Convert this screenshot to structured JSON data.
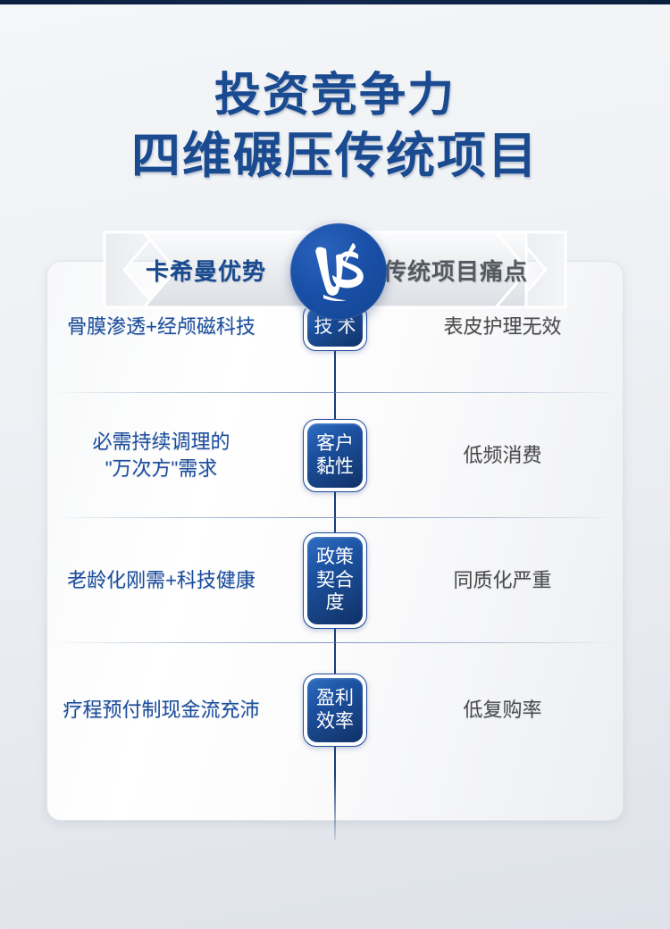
{
  "colors": {
    "brand_blue": "#1a4a90",
    "badge_blue": "#16407f",
    "advantage_text": "#1a4d9e",
    "pain_text": "#4a4a4a",
    "ribbon_right_text": "#555a60",
    "top_strip": "#0b1f3f",
    "background": "#eef1f4"
  },
  "title": {
    "line1": "投资竞争力",
    "line2": "四维碾压传统项目"
  },
  "ribbon": {
    "left_label": "卡希曼优势",
    "right_label": "传统项目痛点",
    "vs_icon": "vs-brush-icon",
    "vs_text": "VS"
  },
  "comparison": {
    "rows": [
      {
        "advantage": "骨膜渗透+经颅磁科技",
        "advantage_lines": [
          "骨膜渗透+经颅磁科技"
        ],
        "badge_lines": [
          "技术"
        ],
        "badge_label": "技术",
        "pain": "表皮护理无效"
      },
      {
        "advantage": "必需持续调理的\"万次方\"需求",
        "advantage_lines": [
          "必需持续调理的",
          "\"万次方\"需求"
        ],
        "badge_lines": [
          "客户",
          "黏性"
        ],
        "badge_label": "客户黏性",
        "pain": "低频消费"
      },
      {
        "advantage": "老龄化刚需+科技健康",
        "advantage_lines": [
          "老龄化刚需+科技健康"
        ],
        "badge_lines": [
          "政策",
          "契合度"
        ],
        "badge_label": "政策契合度",
        "pain": "同质化严重"
      },
      {
        "advantage": "疗程预付制现金流充沛",
        "advantage_lines": [
          "疗程预付制现金流充沛"
        ],
        "badge_lines": [
          "盈利",
          "效率"
        ],
        "badge_label": "盈利效率",
        "pain": "低复购率"
      }
    ]
  }
}
